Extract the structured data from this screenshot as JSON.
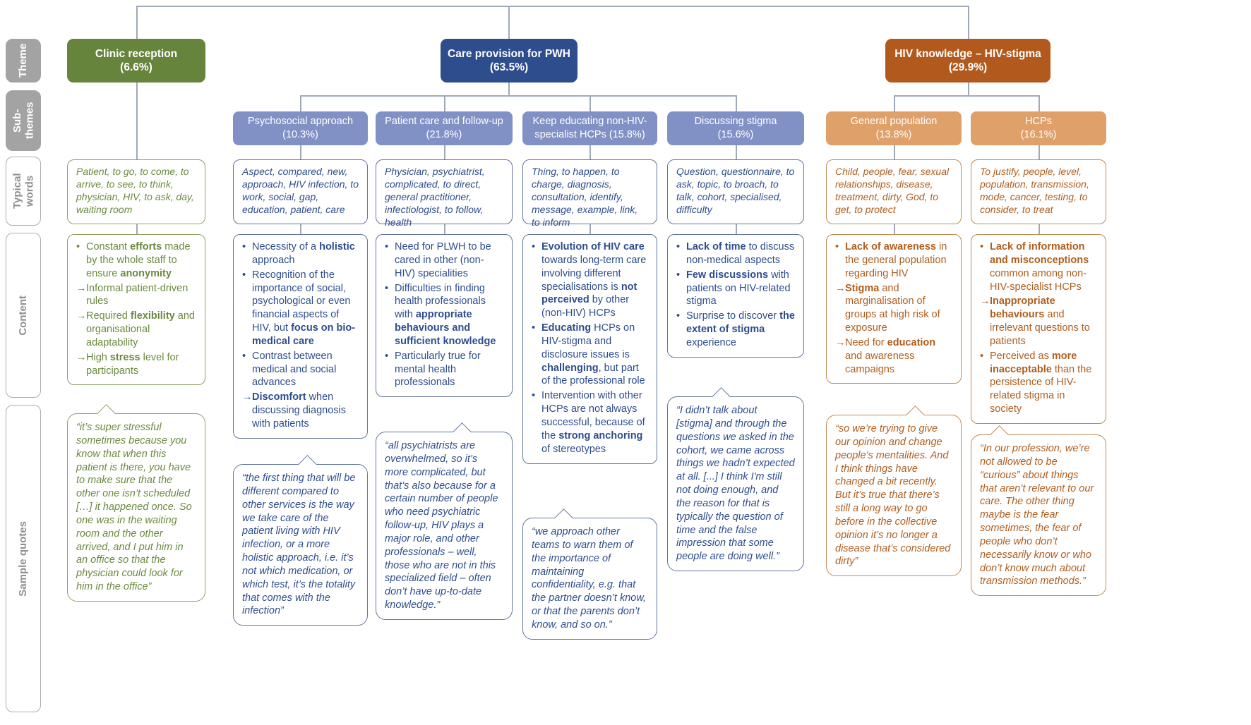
{
  "palette": {
    "theme_green": "#67843D",
    "theme_blue": "#2E4D8D",
    "theme_orange": "#B25A1E",
    "subtheme_blue": "#8191C6",
    "subtheme_orange": "#DFA06A",
    "green_text": "#6B8A3E",
    "blue_text": "#2E4D8E",
    "orange_text": "#B05E1E",
    "green_border": "#8CA168",
    "blue_border": "#64749F",
    "orange_border": "#C08A54",
    "label_gray_fill": "#A3A3A3",
    "label_gray_border": "#ADADAD",
    "connector": "#9FA9BA"
  },
  "row_labels": [
    "Theme",
    "Sub-themes",
    "Typical words",
    "Content",
    "Sample quotes"
  ],
  "themes": [
    {
      "label": "Clinic reception",
      "pct": "(6.6%)"
    },
    {
      "label": "Care provision for PWH",
      "pct": "(63.5%)"
    },
    {
      "label": "HIV knowledge – HIV-stigma",
      "pct": "(29.9%)"
    }
  ],
  "columns": [
    {
      "id": "clinic-reception",
      "typical_words": "Patient, to go, to come, to arrive, to see, to think, physician, HIV, to ask, day, waiting room",
      "content": [
        "Constant **efforts** made by the whole staff to ensure **anonymity**",
        "→Informal patient-driven rules",
        "→Required **flexibility** and organisational adaptability",
        "→High **stress** level for participants"
      ],
      "quote": "“it’s super stressful sometimes because you know that when this patient is there, you have to make sure that the other one isn’t scheduled […] it happened once. So one was in the waiting room and the other arrived, and I put him in an office so that the physician could look for him in the office”"
    },
    {
      "id": "psychosocial-approach",
      "subtheme": {
        "label": "Psychosocial approach",
        "pct": "(10.3%)"
      },
      "typical_words": "Aspect, compared, new, approach, HIV infection, to work, social, gap, education, patient, care",
      "content": [
        "Necessity of a **holistic** approach",
        "Recognition of the importance of social, psychological or even financial aspects of HIV, but **focus on bio-medical care**",
        "Contrast between medical and social advances",
        "→**Discomfort** when discussing diagnosis with patients"
      ],
      "quote": "“the first thing that will be different compared to other services is the way we take care of the patient living with HIV infection, or a more holistic approach, i.e. it’s not which medication, or which test, it’s the totality that comes with the infection”"
    },
    {
      "id": "patient-care-follow-up",
      "subtheme": {
        "label": "Patient care and follow-up",
        "pct": "(21.8%)"
      },
      "typical_words": "Physician, psychiatrist, complicated, to direct, general practitioner, infectiologist, to follow, health",
      "content": [
        "Need for PLWH to be cared in other (non-HIV) specialities",
        "Difficulties in finding health professionals with **appropriate behaviours and sufficient knowledge**",
        "Particularly true for mental health professionals"
      ],
      "quote": "“all psychiatrists are overwhelmed, so it’s more complicated, but that’s also because for a certain number of people who need psychiatric follow-up, HIV plays a major role, and other professionals – well, those who are not in this specialized field – often don’t have up-to-date knowledge.”"
    },
    {
      "id": "keep-educating-hcps",
      "subtheme": {
        "label": "Keep educating non-HIV-specialist HCPs (15.8%)",
        "pct": ""
      },
      "typical_words": "Thing, to happen, to charge, diagnosis, consultation, identify, message, example, link, to inform",
      "content": [
        "**Evolution of HIV care** towards long-term care involving different specialisations is **not perceived** by other (non-HIV) HCPs",
        "**Educating** HCPs on HIV-stigma and disclosure issues is **challenging**, but part of the professional role",
        "Intervention with other HCPs are not always successful, because of the **strong anchoring** of stereotypes"
      ],
      "quote": "“we approach other teams to warn them of the importance of maintaining confidentiality, e.g. that the partner doesn’t know, or that the parents don’t know, and so on.”"
    },
    {
      "id": "discussing-stigma",
      "subtheme": {
        "label": "Discussing stigma",
        "pct": "(15.6%)"
      },
      "typical_words": "Question, questionnaire, to ask, topic, to broach, to talk, cohort, specialised, difficulty",
      "content": [
        "**Lack of time** to discuss non-medical aspects",
        "**Few discussions** with patients on HIV-related stigma",
        "Surprise to discover **the extent of stigma** experience"
      ],
      "quote": "“I didn’t talk about [stigma] and through the questions we asked in the cohort, we came across things we hadn’t expected at all. [...] I think I'm still not doing enough, and the reason for that is typically the question of time and the false impression that some people are doing well.”"
    },
    {
      "id": "general-population",
      "subtheme": {
        "label": "General population",
        "pct": "(13.8%)"
      },
      "typical_words": "Child, people, fear, sexual relationships, disease, treatment, dirty, God, to get, to protect",
      "content": [
        "**Lack of awareness** in the general population regarding HIV",
        "→**Stigma** and marginalisation of groups at high risk of exposure",
        "→Need for **education** and awareness campaigns"
      ],
      "quote": "“so we’re trying to give our opinion and change people’s mentalities. And I think things have changed a bit recently. But it’s true that there’s still a long way to go before in the collective opinion it’s no longer a disease that’s considered dirty”"
    },
    {
      "id": "hcps",
      "subtheme": {
        "label": "HCPs",
        "pct": "(16.1%)"
      },
      "typical_words": "To justify, people, level, population, transmission, mode, cancer, testing, to consider, to treat",
      "content": [
        "**Lack of information and misconceptions** common among non-HIV-specialist HCPs",
        "→**Inappropriate behaviours** and irrelevant questions to patients",
        "Perceived as **more inacceptable** than the persistence of HIV-related stigma in society"
      ],
      "quote": "“In our profession, we’re not allowed to be “curious” about things that aren’t relevant to our care. The other thing maybe is the fear sometimes, the fear of people who don’t necessarily know or who don’t know much about transmission methods.”"
    }
  ]
}
